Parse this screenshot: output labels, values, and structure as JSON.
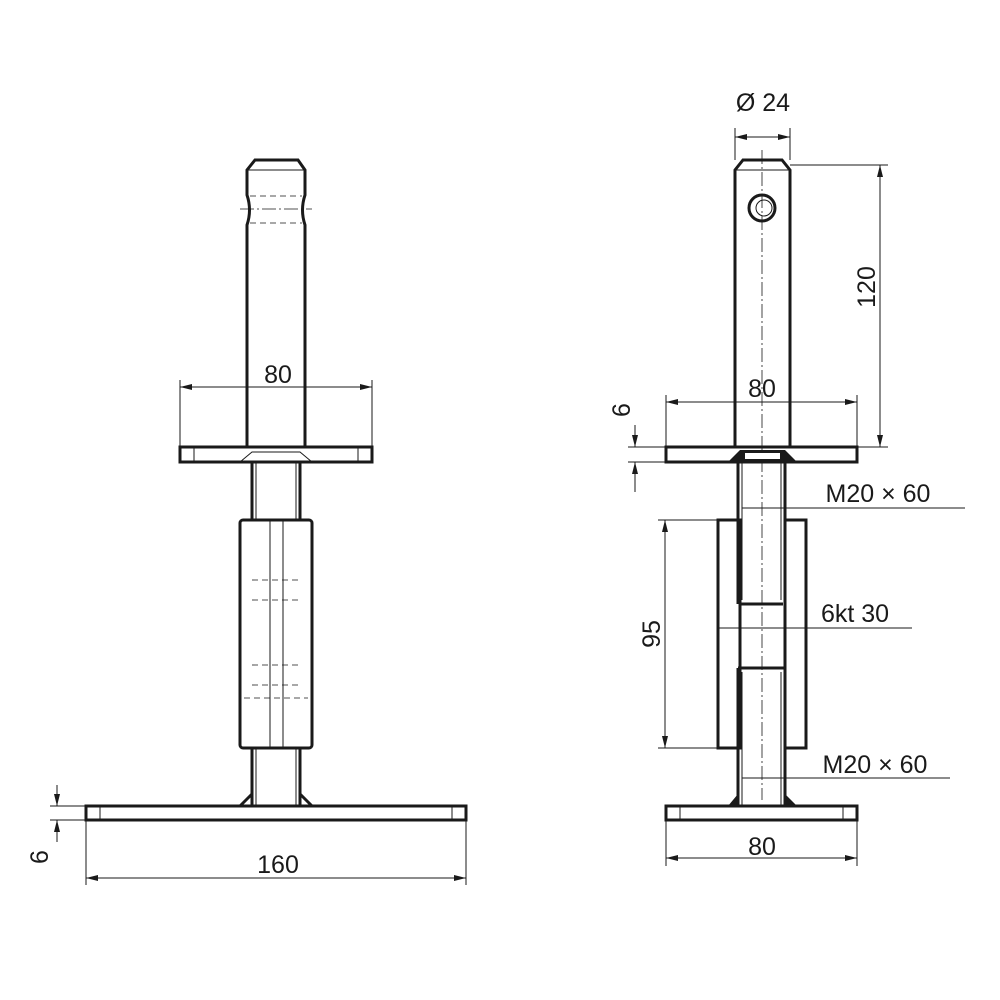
{
  "drawing": {
    "left_view": {
      "dim_top_plate_width": "80",
      "dim_base_plate_width": "160",
      "dim_base_plate_thickness": "6"
    },
    "right_view": {
      "dim_pin_diameter": "Ø 24",
      "dim_pin_length": "120",
      "dim_top_plate_width": "80",
      "dim_top_plate_thickness": "6",
      "label_upper_thread": "M20 × 60",
      "label_hex": "6kt 30",
      "dim_nut_length": "95",
      "label_lower_thread": "M20 × 60",
      "dim_base_plate_width": "80"
    }
  }
}
